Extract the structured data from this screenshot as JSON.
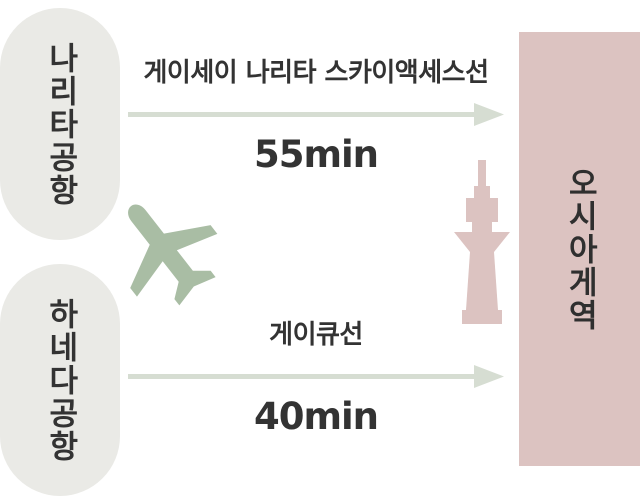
{
  "diagram": {
    "title": "Narita / Haneda Airport to Oshiage Station access diagram",
    "colors": {
      "background": "#ffffff",
      "pill_background": "#eaeae6",
      "destination_panel": "#dcc3c1",
      "arrow": "#d6ddd2",
      "plane_icon": "#a9bda4",
      "tower_icon": "#dcc3c1",
      "text": "#333333"
    }
  },
  "origins": [
    {
      "id": "narita",
      "label": "나리타공항"
    },
    {
      "id": "haneda",
      "label": "하네다공항"
    }
  ],
  "destination": {
    "label": "오시아게역"
  },
  "routes": [
    {
      "id": "skyaccess",
      "name": "게이세이 나리타 스카이액세스선",
      "duration": "55min",
      "duration_minutes": 55
    },
    {
      "id": "keikyu",
      "name": "게이큐선",
      "duration": "40min",
      "duration_minutes": 40
    }
  ],
  "icons": {
    "plane": "airplane-icon",
    "tower": "tokyo-skytree-icon",
    "arrow": "arrow-right-icon"
  }
}
